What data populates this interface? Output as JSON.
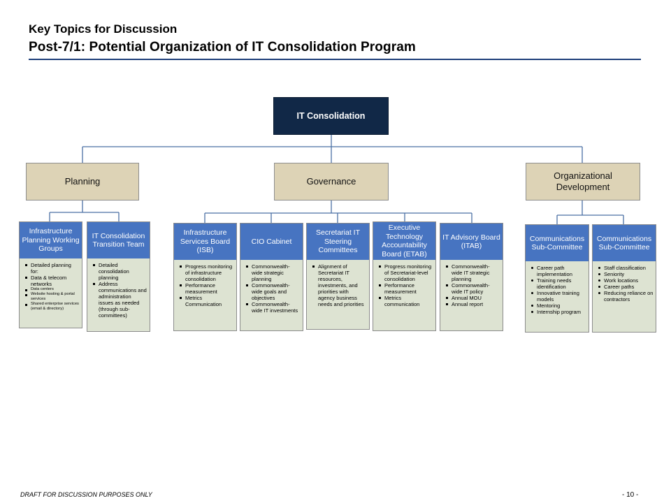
{
  "header": {
    "kicker": "Key Topics for Discussion",
    "title": "Post-7/1:  Potential Organization of IT Consolidation Program"
  },
  "root": {
    "label": "IT Consolidation"
  },
  "level1": [
    {
      "label": "Planning"
    },
    {
      "label": "Governance"
    },
    {
      "label": "Organizational Development"
    }
  ],
  "cards": [
    {
      "title": "Infrastructure Planning Working Groups",
      "items": [
        "Detailed planning for:",
        "Data & telecom networks",
        "Data centers",
        "Website hosting & portal services",
        "Shared enterprise services (email & directory)"
      ]
    },
    {
      "title": "IT Consolidation Transition Team",
      "items": [
        "Detailed consolidation planning",
        "Address communications and administration issues as needed (through sub-committees)"
      ]
    },
    {
      "title": "Infrastructure Services Board (ISB)",
      "items": [
        "Progress monitoring of infrastructure consolidation",
        "Performance measurement",
        "Metrics Communication"
      ]
    },
    {
      "title": "CIO Cabinet",
      "items": [
        "Commonwealth-wide strategic planning",
        "Commonwealth-wide goals and objectives",
        "Commonwealth-wide IT investments"
      ]
    },
    {
      "title": "Secretariat IT Steering Committees",
      "items": [
        "Alignment of Secretariat IT resources, investments, and priorities with agency business needs and priorities"
      ]
    },
    {
      "title": "Executive Technology Accountability Board (ETAB)",
      "items": [
        "Progress monitoring of Secretariat-level consolidation",
        "Performance measurement",
        "Metrics communication"
      ]
    },
    {
      "title": "IT Advisory Board (ITAB)",
      "items": [
        "Commonwealth-wide IT strategic planning",
        "Commonwealth-wide IT policy",
        "Annual MOU",
        "Annual report"
      ]
    },
    {
      "title": "Communications Sub-Committee",
      "items": [
        "Career path implementation",
        "Training needs identification",
        "Innovative training models",
        "Mentoring",
        "Internship program"
      ]
    },
    {
      "title": "Communications Sub-Committee",
      "items": [
        "Staff classification",
        "Seniority",
        "Work locations",
        "Career paths",
        "Reducing reliance on contractors"
      ]
    }
  ],
  "colors": {
    "root_fill": "#112847",
    "level1_fill": "#ddd3b6",
    "card_header": "#4774c1",
    "card_body": "#dde3d2",
    "connector": "#4a6fa5"
  },
  "footer": {
    "draft_note": "DRAFT FOR DISCUSSION PURPOSES ONLY",
    "page_number": "- 10 -"
  }
}
